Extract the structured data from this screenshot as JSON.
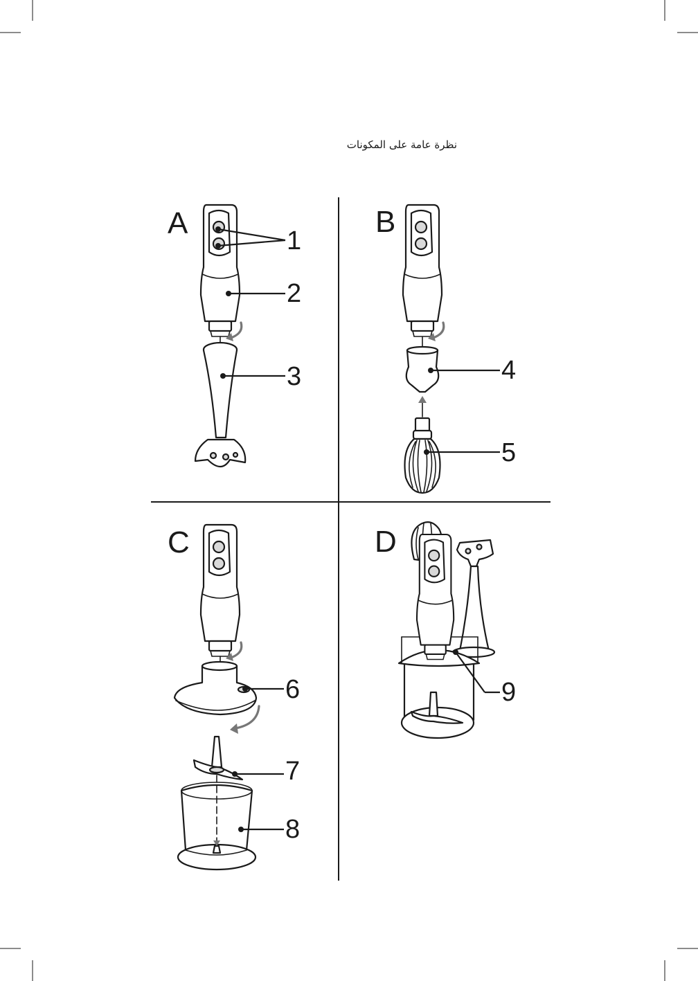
{
  "heading": "نظرة عامة على المكونات",
  "panels": [
    {
      "letter": "A",
      "callouts": [
        "1",
        "2",
        "3"
      ]
    },
    {
      "letter": "B",
      "callouts": [
        "4",
        "5"
      ]
    },
    {
      "letter": "C",
      "callouts": [
        "6",
        "7",
        "8"
      ]
    },
    {
      "letter": "D",
      "callouts": [
        "9"
      ]
    }
  ],
  "colors": {
    "ink": "#1a1a1a",
    "arrow": "#777777",
    "paper": "#ffffff"
  }
}
